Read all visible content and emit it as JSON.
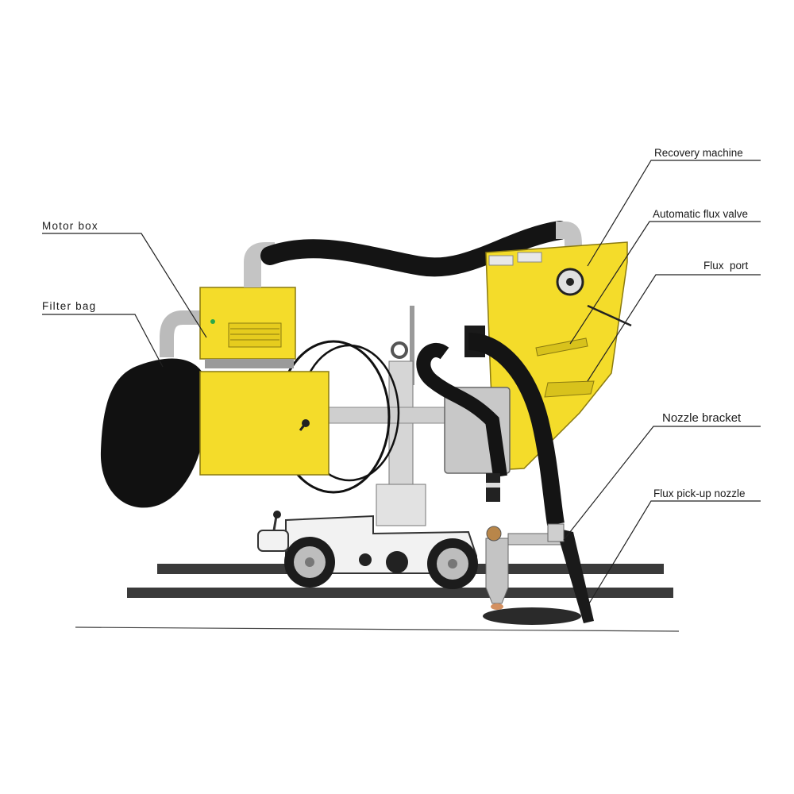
{
  "labels": {
    "motor_box": "Motor box",
    "filter_bag": "Filter bag",
    "recovery_machine": "Recovery machine",
    "automatic_flux_valve": "Automatic flux valve",
    "flux_port": "Flux  port",
    "nozzle_bracket": "Nozzle bracket",
    "flux_pickup_nozzle": "Flux pick-up nozzle"
  },
  "colors": {
    "machine_yellow": "#f4dc2a",
    "hose_black": "#141414",
    "frame_gray": "#c8c8c8",
    "rail_dark": "#3a3a3a"
  }
}
